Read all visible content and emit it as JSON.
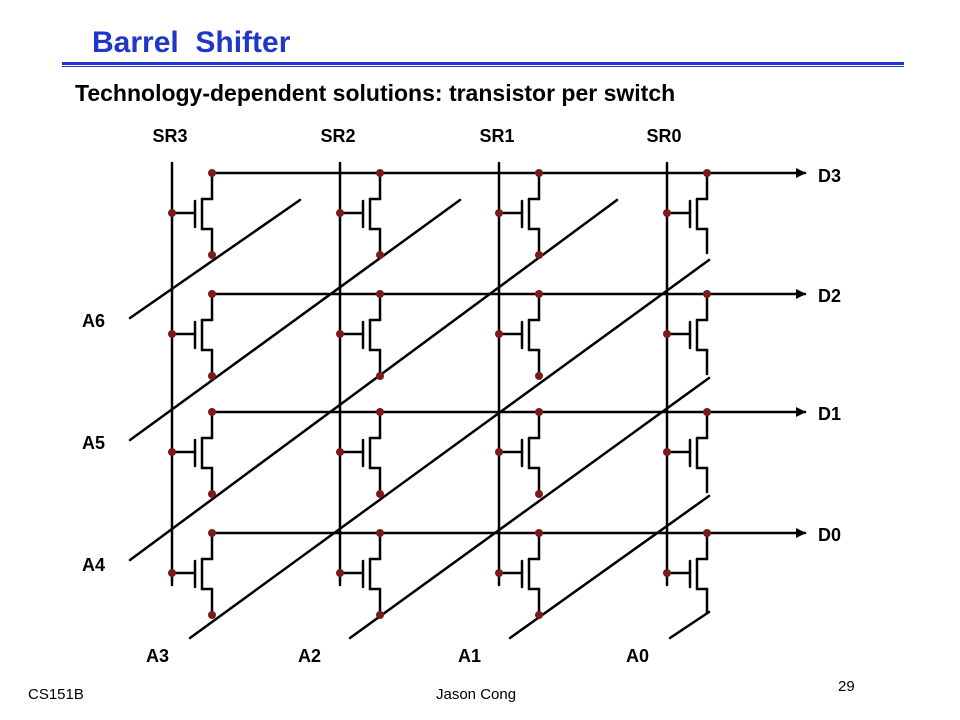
{
  "slide": {
    "title": "Barrel  Shifter",
    "subtitle": "Technology-dependent solutions: transistor per switch"
  },
  "diagram": {
    "shift_controls": [
      "SR3",
      "SR2",
      "SR1",
      "SR0"
    ],
    "outputs": [
      "D3",
      "D2",
      "D1",
      "D0"
    ],
    "inputs_left": [
      "A6",
      "A5",
      "A4"
    ],
    "inputs_bottom": [
      "A3",
      "A2",
      "A1",
      "A0"
    ]
  },
  "footer": {
    "course": "CS151B",
    "author": "Jason Cong",
    "page": "29"
  },
  "colors": {
    "title": "#1f36c8",
    "wire": "#000000",
    "node": "#7a1a1a"
  }
}
